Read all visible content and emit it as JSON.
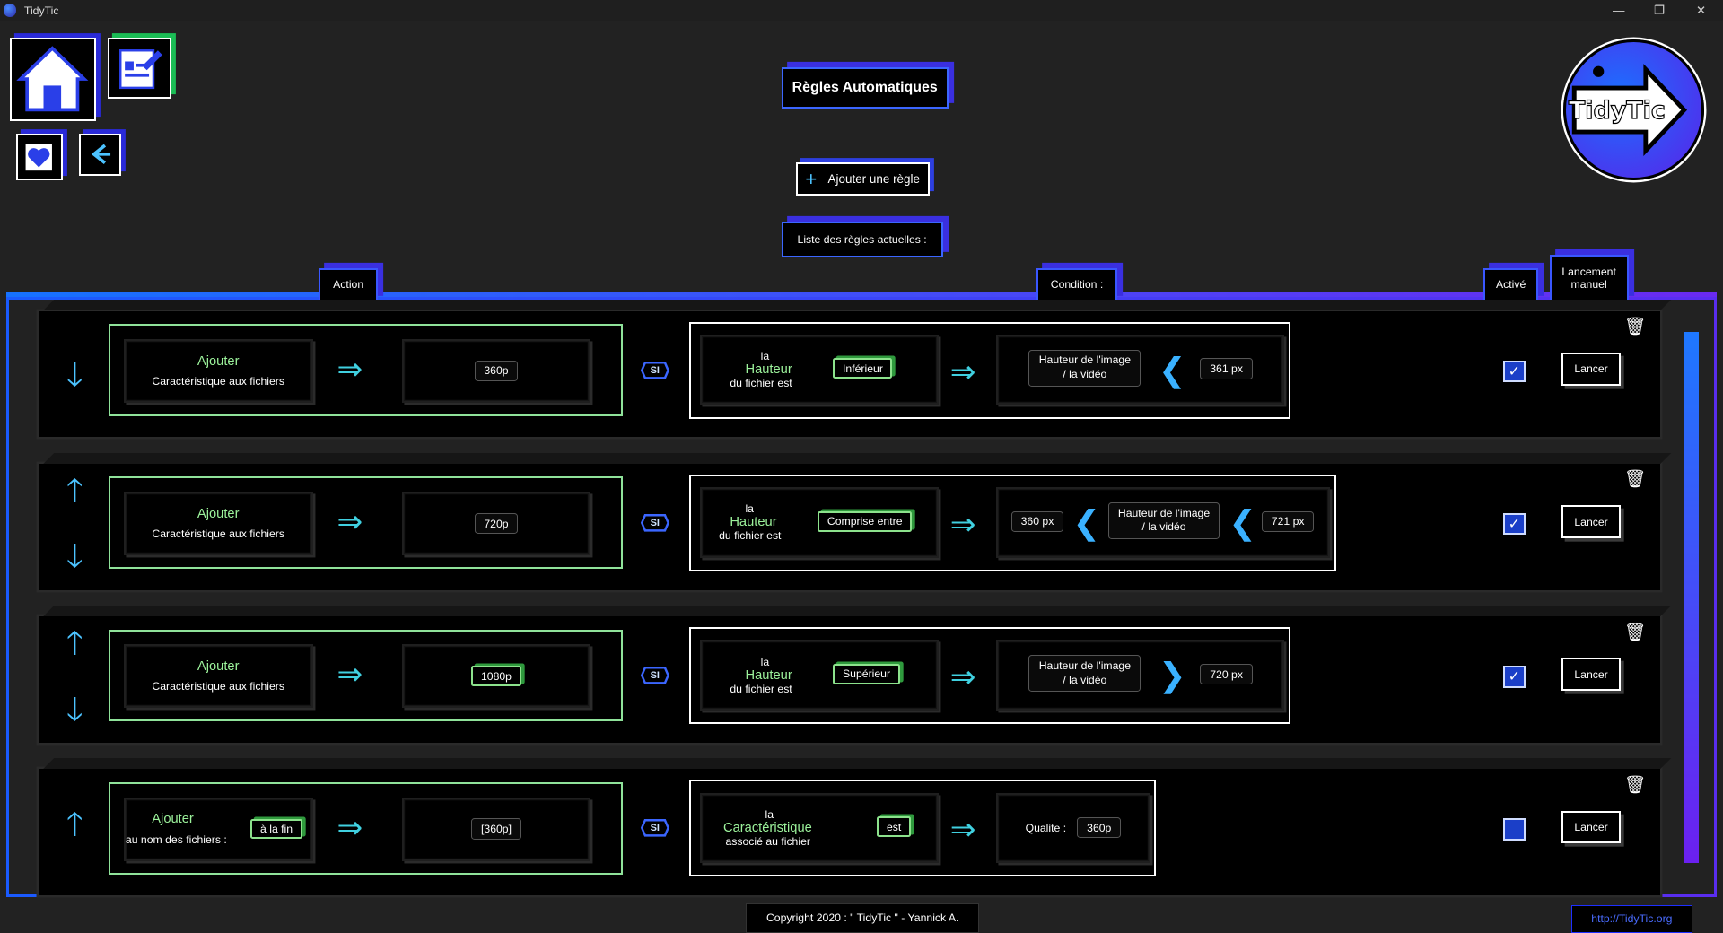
{
  "window": {
    "title": "TidyTic",
    "minimize": "—",
    "restore": "❐",
    "close": "✕"
  },
  "page": {
    "title": "Règles Automatiques",
    "add_rule": "Ajouter une règle",
    "add_icon": "+",
    "list_title": "Liste des règles actuelles :"
  },
  "columns": {
    "action": "Action",
    "condition": "Condition :",
    "active": "Activé",
    "manual": "Lancement manuel"
  },
  "logo": {
    "text": "TidyTic"
  },
  "rules": [
    {
      "up": false,
      "down": true,
      "action_title": "Ajouter",
      "action_sub": "Caractéristique aux fichiers",
      "action_value": "360p",
      "si": "SI",
      "cond_la": "la",
      "cond_prop": "Hauteur",
      "cond_sub": "du fichier est",
      "cond_op": "Inférieur",
      "cond_target": "Hauteur de l'image / la vidéo",
      "cond_value": "361 px",
      "active": true,
      "launch": "Lancer"
    },
    {
      "up": true,
      "down": true,
      "action_title": "Ajouter",
      "action_sub": "Caractéristique aux fichiers",
      "action_value": "720p",
      "si": "SI",
      "cond_la": "la",
      "cond_prop": "Hauteur",
      "cond_sub": "du fichier est",
      "cond_op": "Comprise entre",
      "cond_min": "360 px",
      "cond_target": "Hauteur de l'image / la vidéo",
      "cond_max": "721 px",
      "active": true,
      "launch": "Lancer"
    },
    {
      "up": true,
      "down": true,
      "action_title": "Ajouter",
      "action_sub": "Caractéristique aux fichiers",
      "action_value": "1080p",
      "si": "SI",
      "cond_la": "la",
      "cond_prop": "Hauteur",
      "cond_sub": "du fichier est",
      "cond_op": "Supérieur",
      "cond_target": "Hauteur de l'image / la vidéo",
      "cond_value": "720 px",
      "active": true,
      "launch": "Lancer"
    },
    {
      "up": true,
      "down": false,
      "action_title": "Ajouter",
      "action_sub": "au nom des fichiers :",
      "action_pos": "à la fin",
      "action_value": "[360p]",
      "si": "SI",
      "cond_la": "la",
      "cond_prop": "Caractéristique",
      "cond_sub": "associé au fichier",
      "cond_op": "est",
      "cond_target": "Qualite :",
      "cond_value": "360p",
      "active": false,
      "launch": "Lancer"
    }
  ],
  "footer": {
    "copyright": "Copyright 2020 : \" TidyTic \" - Yannick A.",
    "link": "http://TidyTic.org"
  },
  "glyphs": {
    "up": "🡑",
    "down": "🡓",
    "arrow": "⇒",
    "lt": "❮",
    "gt": "❯",
    "check": "✓",
    "trash": "🗑"
  },
  "colors": {
    "accent_blue": "#3b66ff",
    "accent_purple": "#6a2af0",
    "green": "#8fe29a"
  }
}
